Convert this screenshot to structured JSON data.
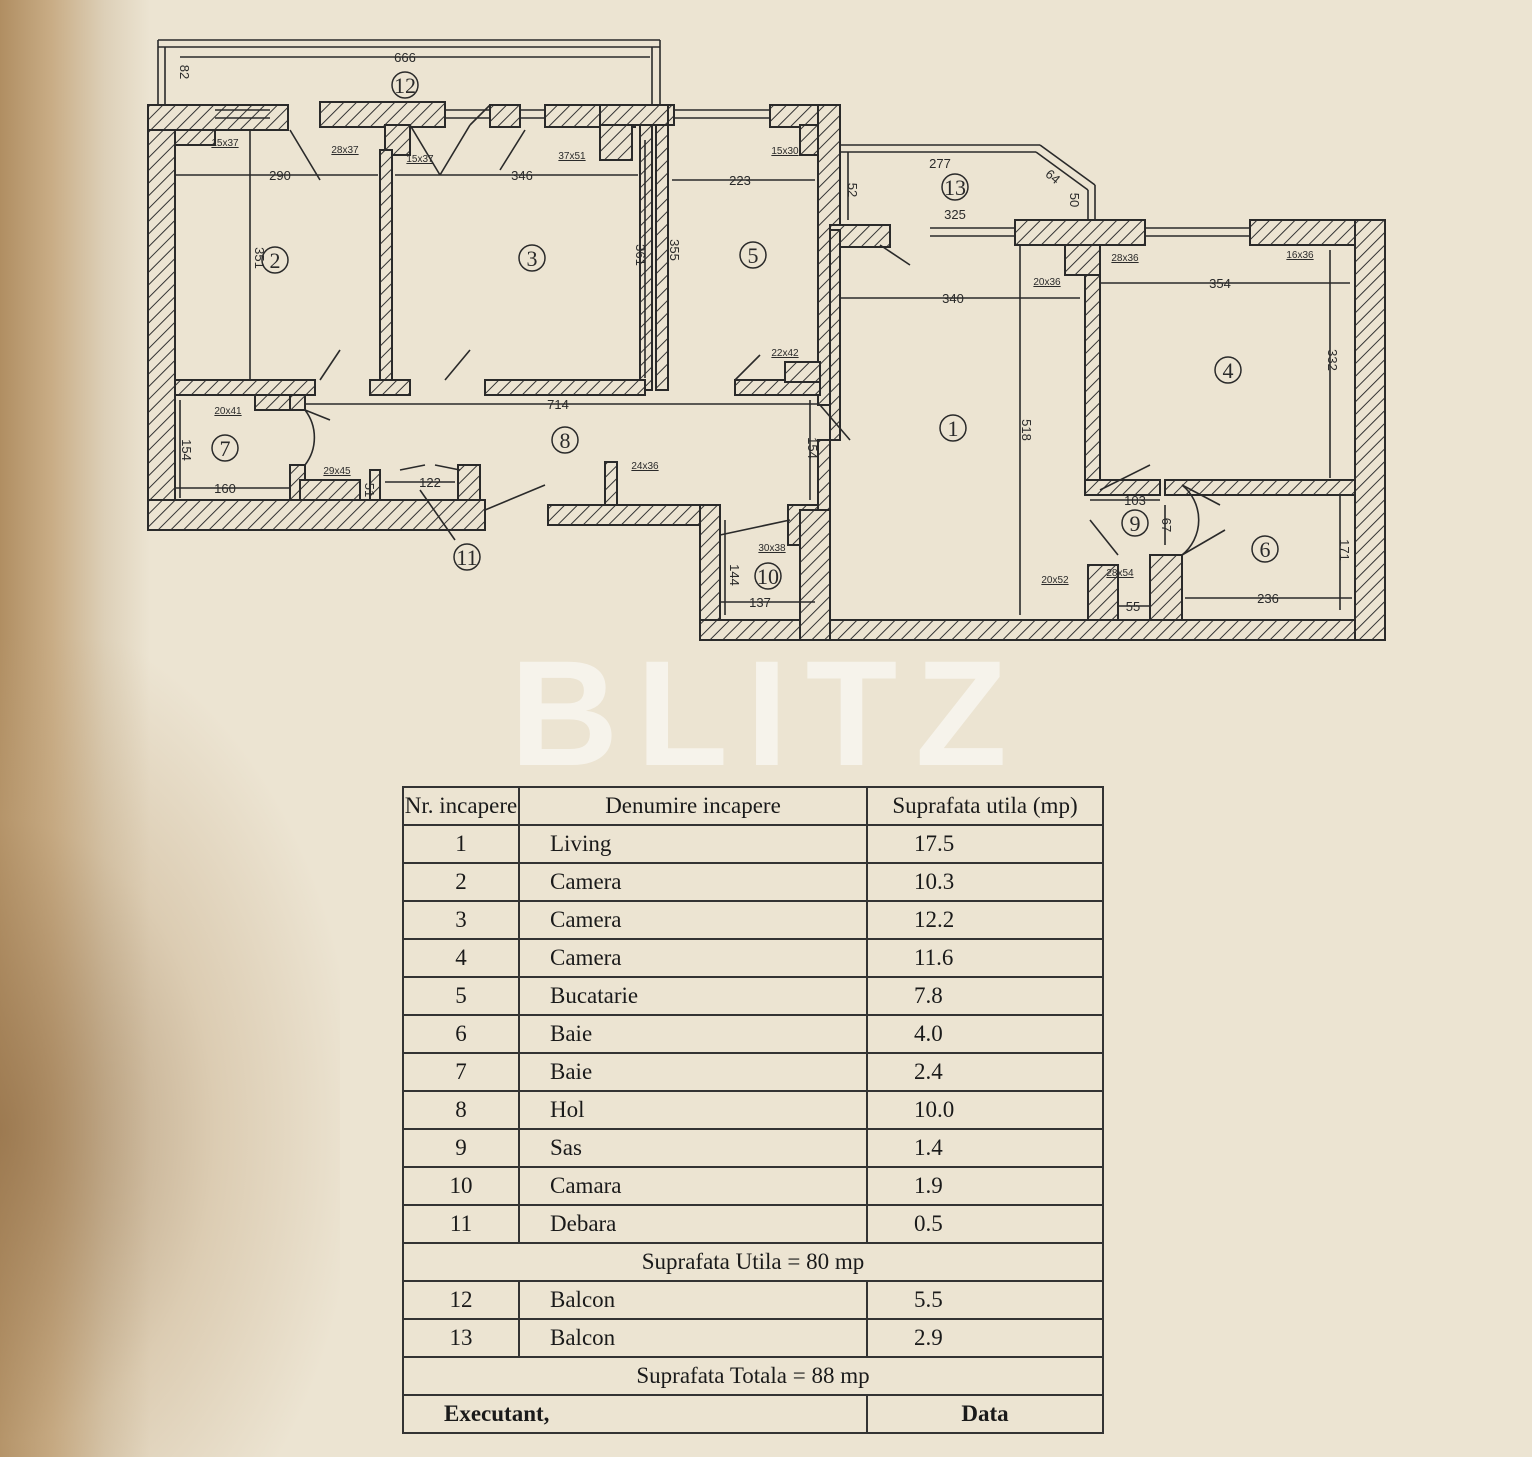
{
  "floor_plan": {
    "room_numbers": [
      "12",
      "2",
      "3",
      "5",
      "13",
      "1",
      "4",
      "7",
      "8",
      "9",
      "6",
      "10",
      "11"
    ],
    "dimensions": [
      "666",
      "82",
      "290",
      "346",
      "223",
      "351",
      "361",
      "355",
      "277",
      "64",
      "50",
      "52",
      "325",
      "340",
      "518",
      "354",
      "332",
      "714",
      "154",
      "160",
      "122",
      "51",
      "154",
      "144",
      "137",
      "103",
      "67",
      "171",
      "236",
      "55"
    ],
    "pillar_sizes": [
      "15x37",
      "28x37",
      "15x37",
      "37x51",
      "15x30",
      "22x42",
      "20x36",
      "28x36",
      "16x36",
      "20x41",
      "29x45",
      "24x36",
      "30x38",
      "20x52",
      "28x54"
    ]
  },
  "watermark": "BLITZ",
  "table": {
    "headers": [
      "Nr. incapere",
      "Denumire incapere",
      "Suprafata utila (mp)"
    ],
    "rows": [
      {
        "nr": "1",
        "name": "Living",
        "area": "17.5"
      },
      {
        "nr": "2",
        "name": "Camera",
        "area": "10.3"
      },
      {
        "nr": "3",
        "name": "Camera",
        "area": "12.2"
      },
      {
        "nr": "4",
        "name": "Camera",
        "area": "11.6"
      },
      {
        "nr": "5",
        "name": "Bucatarie",
        "area": "7.8"
      },
      {
        "nr": "6",
        "name": "Baie",
        "area": "4.0"
      },
      {
        "nr": "7",
        "name": "Baie",
        "area": "2.4"
      },
      {
        "nr": "8",
        "name": "Hol",
        "area": "10.0"
      },
      {
        "nr": "9",
        "name": "Sas",
        "area": "1.4"
      },
      {
        "nr": "10",
        "name": "Camara",
        "area": "1.9"
      },
      {
        "nr": "11",
        "name": "Debara",
        "area": "0.5"
      }
    ],
    "subtotal": "Suprafata Utila = 80 mp",
    "balcony_rows": [
      {
        "nr": "12",
        "name": "Balcon",
        "area": "5.5"
      },
      {
        "nr": "13",
        "name": "Balcon",
        "area": "2.9"
      }
    ],
    "total": "Suprafata Totala = 88 mp",
    "footer": {
      "executant": "Executant,",
      "date": "Data"
    }
  },
  "colors": {
    "paper": "#ece4d2",
    "ink": "#2a2a2a"
  }
}
